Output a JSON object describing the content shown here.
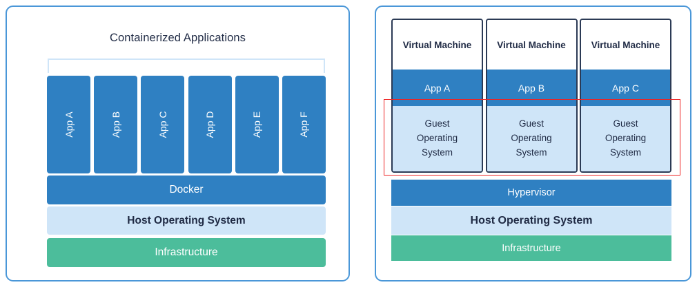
{
  "diagram": {
    "theme": {
      "accent_blue": "#2f80c2",
      "light_blue": "#cfe5f8",
      "green": "#4cbd9b",
      "panel_border": "#4a97d8",
      "vm_border": "#2b3a55",
      "highlight_red": "#ee2222",
      "text_dark": "#1f2a44",
      "text_light": "#ffffff"
    },
    "containers_panel": {
      "title": "Containerized Applications",
      "apps": [
        {
          "label": "App A"
        },
        {
          "label": "App B"
        },
        {
          "label": "App C"
        },
        {
          "label": "App D"
        },
        {
          "label": "App E"
        },
        {
          "label": "App F"
        }
      ],
      "layers": [
        {
          "label": "Docker",
          "color": "#2f80c2"
        },
        {
          "label": "Host Operating System",
          "color": "#cfe5f8"
        },
        {
          "label": "Infrastructure",
          "color": "#4cbd9b"
        }
      ]
    },
    "vm_panel": {
      "vms": [
        {
          "header": "Virtual Machine",
          "app": "App A",
          "guest_os": "Guest\nOperating\nSystem"
        },
        {
          "header": "Virtual Machine",
          "app": "App B",
          "guest_os": "Guest\nOperating\nSystem"
        },
        {
          "header": "Virtual Machine",
          "app": "App C",
          "guest_os": "Guest\nOperating\nSystem"
        }
      ],
      "layers": [
        {
          "label": "Hypervisor",
          "color": "#2f80c2"
        },
        {
          "label": "Host Operating System",
          "color": "#cfe5f8"
        },
        {
          "label": "Infrastructure",
          "color": "#4cbd9b"
        }
      ],
      "highlight": {
        "label": "guest-os-highlight"
      }
    }
  }
}
